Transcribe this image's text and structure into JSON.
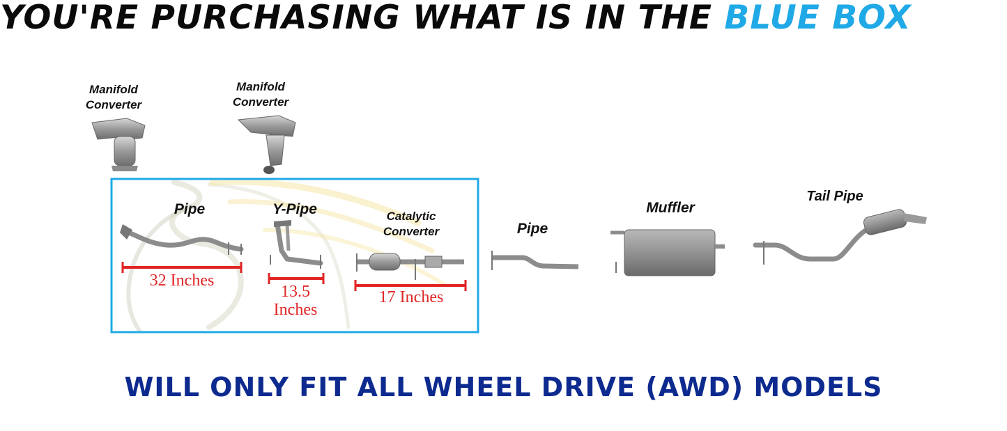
{
  "headline": {
    "prefix": "YOU'RE PURCHASING WHAT IS IN THE ",
    "accent": "BLUE BOX"
  },
  "colors": {
    "accent": "#1fa9e6",
    "footer": "#0d2a8f",
    "measure": "#e02525",
    "box_border": "#1fa9e6"
  },
  "components": {
    "manifold_converter_1": "Manifold Converter",
    "manifold_converter_2": "Manifold Converter",
    "pipe_front": "Pipe",
    "y_pipe": "Y-Pipe",
    "catalytic_converter": "Catalytic Converter",
    "pipe_mid": "Pipe",
    "muffler": "Muffler",
    "tail_pipe": "Tail Pipe"
  },
  "measurements": {
    "pipe": "32 Inches",
    "y_pipe_value": "13.5",
    "y_pipe_unit": "Inches",
    "cat": "17 Inches"
  },
  "footer": {
    "text": "WILL ONLY FIT ALL WHEEL DRIVE (AWD) MODELS"
  }
}
